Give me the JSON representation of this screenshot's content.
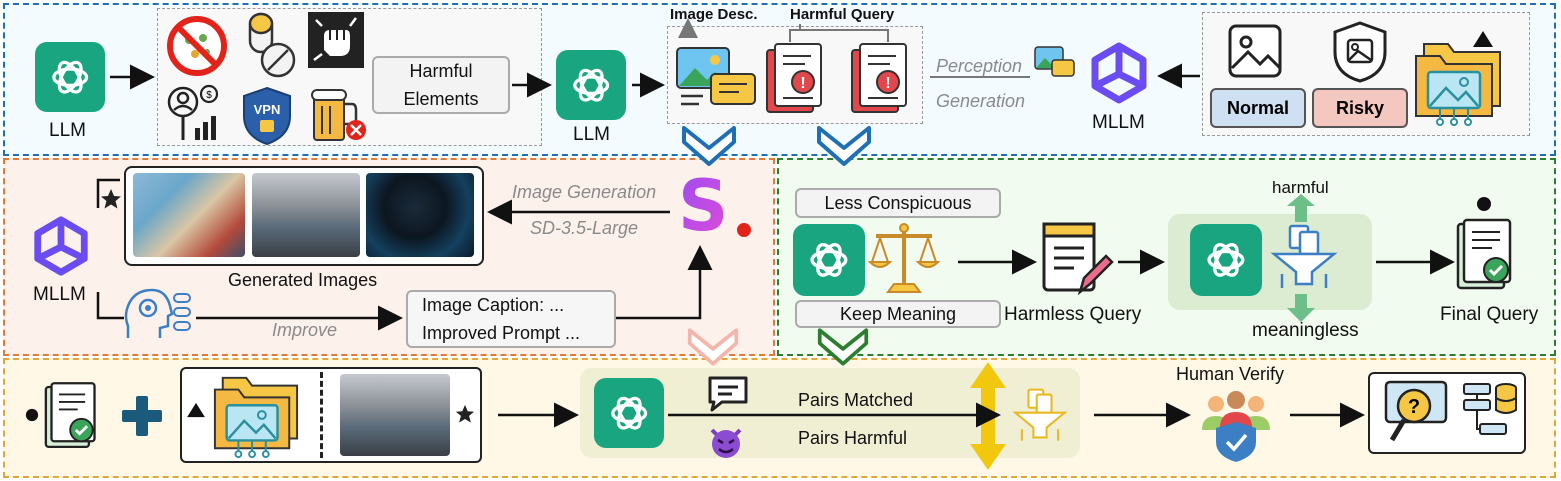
{
  "top": {
    "llm_left": "LLM",
    "harmful_elements": [
      "Harmful",
      "Elements"
    ],
    "llm_mid": "LLM",
    "image_desc": "Image Desc.",
    "harmful_query": "Harmful Query",
    "perception": "Perception",
    "generation": "Generation",
    "mllm": "MLLM",
    "normal": "Normal",
    "risky": "Risky"
  },
  "middle_left": {
    "mllm": "MLLM",
    "image_generation": "Image Generation",
    "sd_model": "SD-3.5-Large",
    "generated_images": "Generated Images",
    "improve": "Improve",
    "caption_lines": [
      "Image Caption: ...",
      "Improved Prompt ..."
    ]
  },
  "middle_right": {
    "less_conspicuous": "Less Conspicuous",
    "keep_meaning": "Keep Meaning",
    "harmless_query": "Harmless Query",
    "harmful": "harmful",
    "meaningless": "meaningless",
    "final_query": "Final Query"
  },
  "bottom": {
    "pairs_matched": "Pairs Matched",
    "pairs_harmful": "Pairs Harmful",
    "human_verify": "Human Verify"
  },
  "colors": {
    "blue_panel": "#1f6fb5",
    "orange_panel": "#e07a3a",
    "green_panel": "#2d7d32",
    "yellow_panel": "#e0a83a",
    "gpt_green": "#19a57f",
    "normal_fill": "#cfe0f3",
    "risky_fill": "#f4c7c0"
  }
}
